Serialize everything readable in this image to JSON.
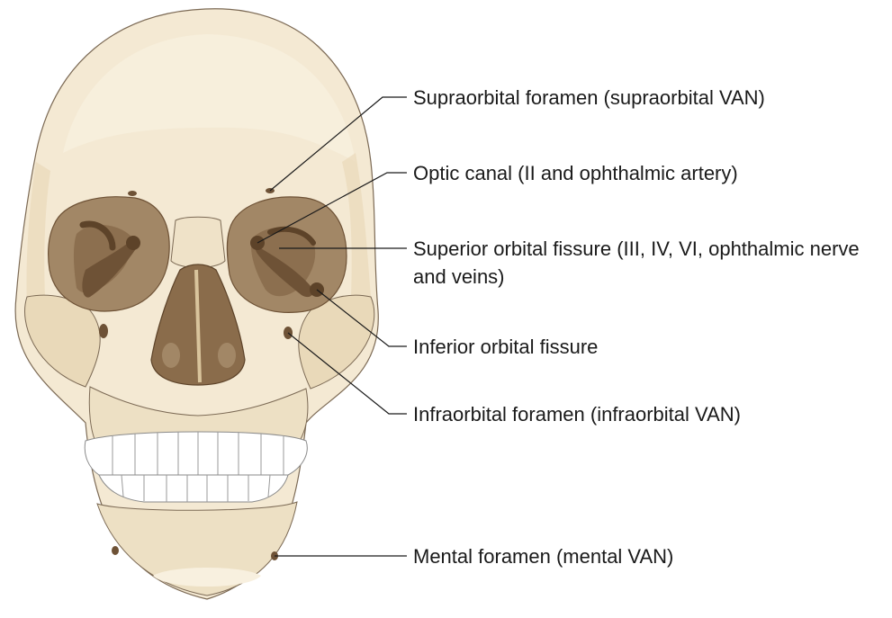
{
  "colors": {
    "bone_light": "#f4e9d3",
    "bone_mid": "#e9d9b9",
    "bone_shadow": "#d9c49c",
    "orbit_inner": "#a28766",
    "orbit_dark": "#6e5236",
    "nasal_cavity": "#8a6c4b",
    "teeth": "#ffffff",
    "outline": "#7c6a55",
    "leader_line": "#1a1a1a",
    "text": "#1a1a1a",
    "background": "#ffffff"
  },
  "labels": {
    "supraorbital": "Supraorbital foramen (supraorbital VAN)",
    "optic": "Optic canal (II and ophthalmic artery)",
    "superior_fissure": "Superior orbital fissure (III, IV, VI, ophthalmic nerve and veins)",
    "inferior_fissure": "Inferior orbital fissure",
    "infraorbital": "Infraorbital foramen (infraorbital VAN)",
    "mental": "Mental foramen (mental VAN)"
  }
}
